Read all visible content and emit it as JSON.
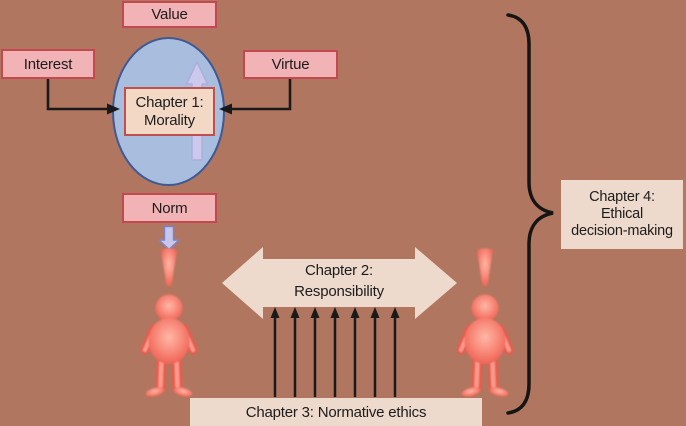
{
  "nodes": {
    "value": {
      "label": "Value"
    },
    "interest": {
      "label": "Interest"
    },
    "virtue": {
      "label": "Virtue"
    },
    "norm": {
      "label": "Norm"
    },
    "chapter1": {
      "line1": "Chapter 1:",
      "line2": "Morality"
    },
    "chapter2": {
      "line1": "Chapter 2:",
      "line2": "Responsibility"
    },
    "chapter3": {
      "label": "Chapter 3: Normative ethics"
    },
    "chapter4": {
      "line1": "Chapter 4:",
      "line2": "Ethical",
      "line3": "decision-making"
    }
  },
  "icons": {
    "up_arrow": "lavender block arrow pointing up inside ellipse",
    "down_arrow": "lavender block arrow pointing down from Norm to person",
    "double_arrow": "beige horizontal double-headed block arrow",
    "normative_arrows": "seven black arrows pointing up from Chapter 3 to Chapter 2",
    "elbow_arrows": "black elbow connectors from Interest and Virtue into ellipse",
    "person_figure": "glowing red human figure",
    "exclamation_mark": "red exclamation wedge above each person",
    "curly_brace": "large right curly brace grouping chapters toward Chapter 4"
  },
  "colors": {
    "background": "#b1765f",
    "pink_box_fill": "#f2b3b6",
    "pink_box_border": "#c4484f",
    "chapter1_fill": "#f3d9c5",
    "chapter1_border": "#c0504d",
    "ellipse_fill": "#a9bede",
    "ellipse_border": "#3d5a96",
    "lavender_fill": "#c8c6ec",
    "lavender_border": "#7d84c4",
    "beige_fill": "#eedacc",
    "person_red": "#ec5a4c",
    "person_glow": "#ffb7a6",
    "line_black": "#1a1a1a",
    "text": "#1c1c1c"
  }
}
